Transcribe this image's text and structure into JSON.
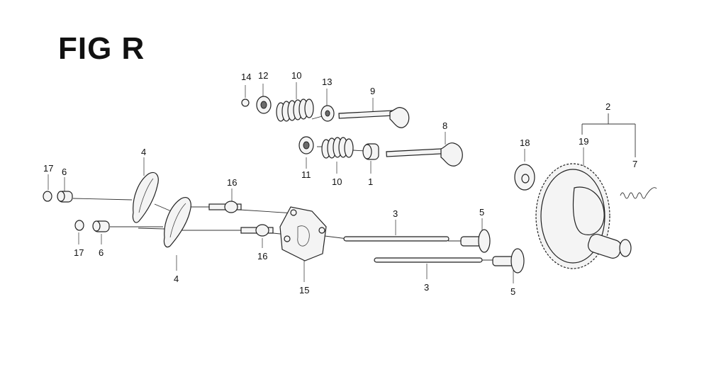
{
  "figure": {
    "title": "FIG R"
  },
  "callouts": {
    "c14": "14",
    "c12": "12",
    "c10a": "10",
    "c13": "13",
    "c9": "9",
    "c11": "11",
    "c10b": "10",
    "c1": "1",
    "c8": "8",
    "c17a": "17",
    "c6a": "6",
    "c4a": "4",
    "c16a": "16",
    "c17b": "17",
    "c6b": "6",
    "c4b": "4",
    "c16b": "16",
    "c15": "15",
    "c3a": "3",
    "c3b": "3",
    "c5a": "5",
    "c5b": "5",
    "c18": "18",
    "c19": "19",
    "c2": "2",
    "c7": "7"
  }
}
